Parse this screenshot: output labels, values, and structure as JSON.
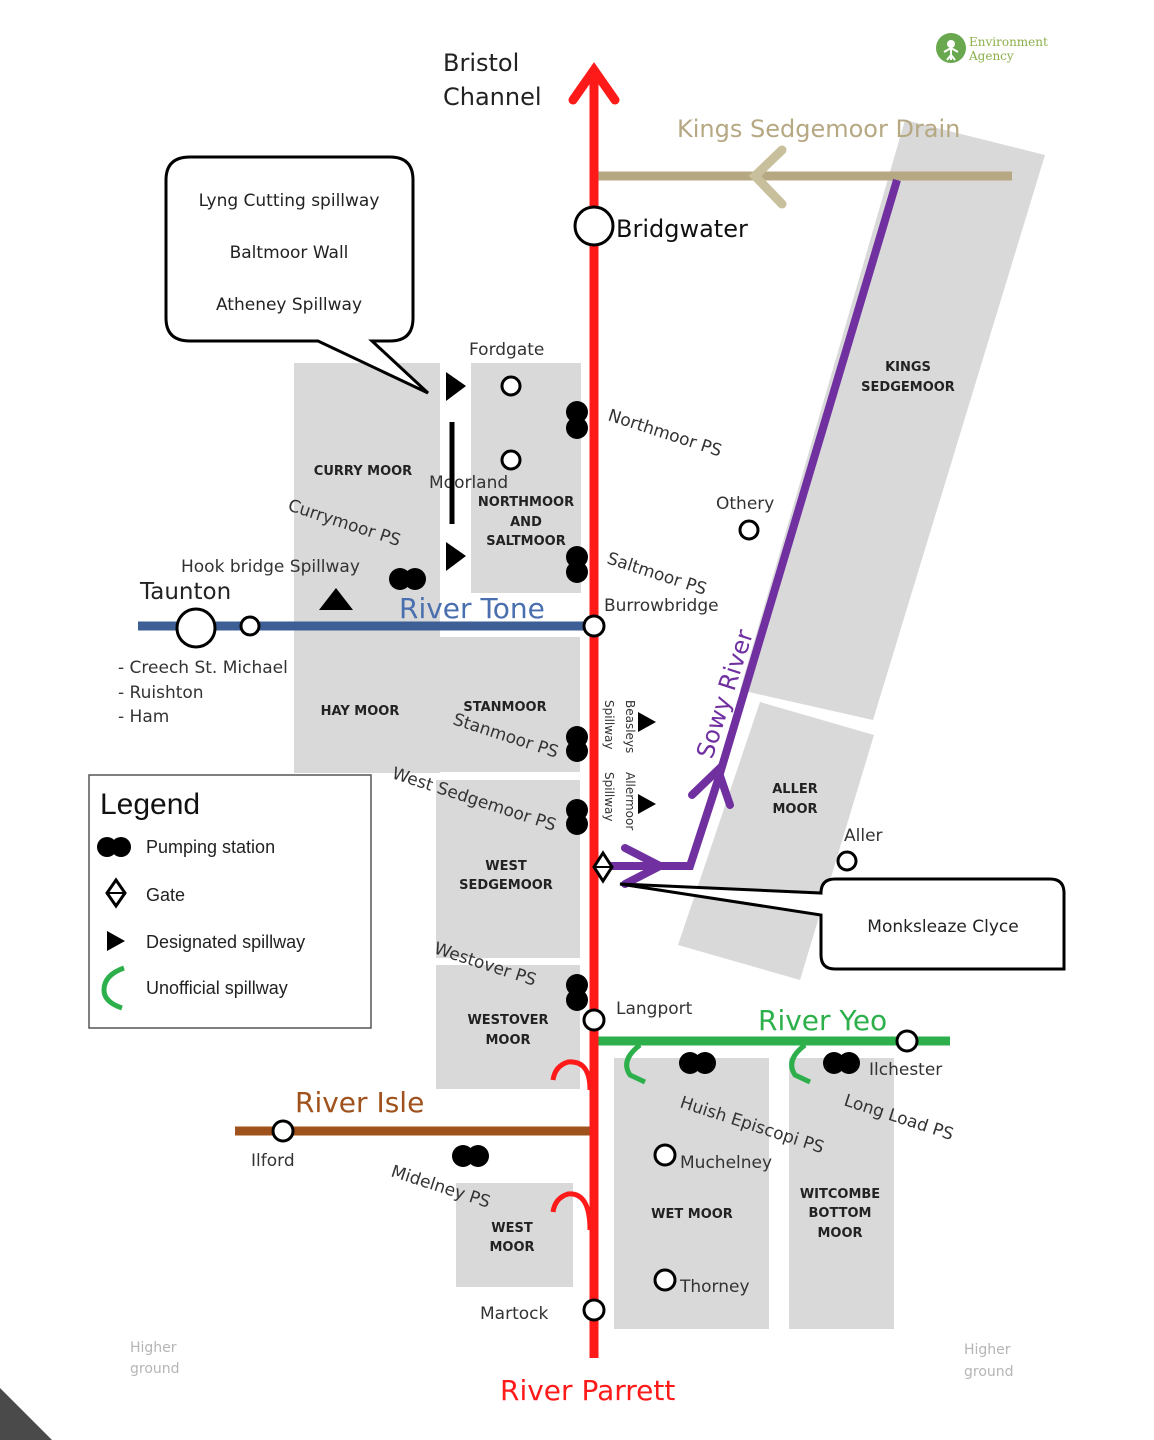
{
  "logo": {
    "line1": "Environment",
    "line2": "Agency",
    "icon": "environment-agency-tree-icon",
    "color": "#6aa84f"
  },
  "colors": {
    "river_parrett": "#ff1a1a",
    "river_tone": "#3d5f95",
    "river_yeo": "#2db04b",
    "river_isle": "#a0521c",
    "kings_sedgemoor_drain": "#b5a882",
    "sowy_river": "#7030a0",
    "moor_fill": "#d9d9d9"
  },
  "labels": {
    "bristol_channel_1": "Bristol",
    "bristol_channel_2": "Channel",
    "kings_sedgemoor_drain": "Kings Sedgemoor Drain",
    "river_tone": "River Tone",
    "river_yeo": "River Yeo",
    "river_isle": "River Isle",
    "river_parrett": "River Parrett",
    "sowy_river": "Sowy River",
    "higher_ground_1": "Higher",
    "higher_ground_2": "ground"
  },
  "places": {
    "bridgwater": "Bridgwater",
    "fordgate": "Fordgate",
    "moorland": "Moorland",
    "othery": "Othery",
    "burrowbridge": "Burrowbridge",
    "taunton": "Taunton",
    "taunton_villages": [
      "- Creech St. Michael",
      "- Ruishton",
      "- Ham"
    ],
    "aller": "Aller",
    "langport": "Langport",
    "ilchester": "Ilchester",
    "ilford": "Ilford",
    "muchelney": "Muchelney",
    "thorney": "Thorney",
    "martock": "Martock"
  },
  "moors": {
    "curry_moor": "CURRY MOOR",
    "northmoor": [
      "NORTHMOOR",
      "AND",
      "SALTMOOR"
    ],
    "kings_sedgemoor": [
      "KINGS",
      "SEDGEMOOR"
    ],
    "hay_moor": "HAY MOOR",
    "stanmoor": "STANMOOR",
    "west_sedgemoor": [
      "WEST",
      "SEDGEMOOR"
    ],
    "aller_moor": [
      "ALLER",
      "MOOR"
    ],
    "westover_moor": [
      "WESTOVER",
      "MOOR"
    ],
    "wet_moor": "WET MOOR",
    "west_moor": [
      "WEST",
      "MOOR"
    ],
    "witcombe": [
      "WITCOMBE",
      "BOTTOM",
      "MOOR"
    ]
  },
  "pumping_stations": {
    "northmoor": "Northmoor PS",
    "currymoor": "Currymoor PS",
    "saltmoor": "Saltmoor PS",
    "stanmoor": "Stanmoor PS",
    "west_sedgemoor": "West Sedgemoor PS",
    "westover": "Westover PS",
    "huish_episcopi": "Huish Episcopi PS",
    "long_load": "Long Load PS",
    "midelney": "Midelney PS"
  },
  "spillways": {
    "hook_bridge": "Hook bridge Spillway",
    "beasleys_1": "Beasleys",
    "beasleys_2": "Spillway",
    "allermoor_1": "Allermoor",
    "allermoor_2": "Spillway"
  },
  "callouts": {
    "top_left": [
      "Lyng Cutting spillway",
      "Baltmoor Wall",
      "Atheney Spillway"
    ],
    "monksleaze": "Monksleaze Clyce"
  },
  "legend": {
    "title": "Legend",
    "items": [
      {
        "icon": "pumping-station-icon",
        "label": "Pumping station"
      },
      {
        "icon": "gate-icon",
        "label": "Gate"
      },
      {
        "icon": "designated-spillway-icon",
        "label": "Designated spillway"
      },
      {
        "icon": "unofficial-spillway-icon",
        "label": "Unofficial spillway"
      }
    ]
  }
}
